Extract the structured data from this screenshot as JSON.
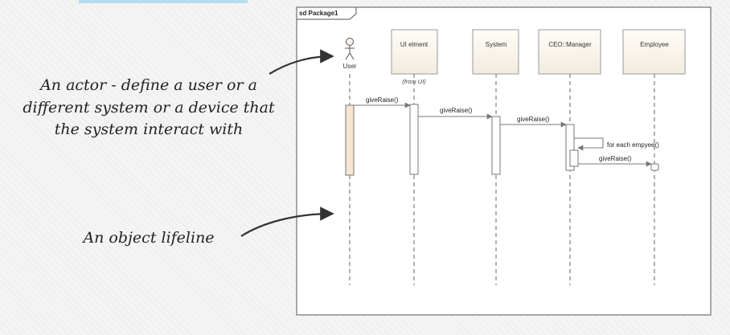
{
  "diagram": {
    "frame_title": "sd Package1",
    "actor": {
      "label": "User"
    },
    "participants": [
      {
        "id": "ui",
        "label": "UI elment",
        "note": "(from UI)"
      },
      {
        "id": "system",
        "label": "System"
      },
      {
        "id": "manager",
        "label": "CEO::Manager"
      },
      {
        "id": "employee",
        "label": "Employee"
      }
    ],
    "messages": [
      {
        "from": "User",
        "to": "UI elment",
        "label": "giveRaise()"
      },
      {
        "from": "UI elment",
        "to": "System",
        "label": "giveRaise()"
      },
      {
        "from": "System",
        "to": "CEO::Manager",
        "label": "giveRaise()"
      },
      {
        "from": "CEO::Manager",
        "to": "CEO::Manager",
        "label": "for each empyee()"
      },
      {
        "from": "CEO::Manager",
        "to": "Employee",
        "label": "giveRaise()"
      }
    ]
  },
  "annotations": {
    "actor_note": {
      "line1": "An actor - define a user or a",
      "line2": "different system or a device that",
      "line3": "the system interact with"
    },
    "lifeline_note": "An object lifeline"
  },
  "colors": {
    "frame": "#555555",
    "participant_fill": "#faf5ec",
    "activation_user": "#f6e6d2",
    "accent_bar": "#b8dcef"
  }
}
